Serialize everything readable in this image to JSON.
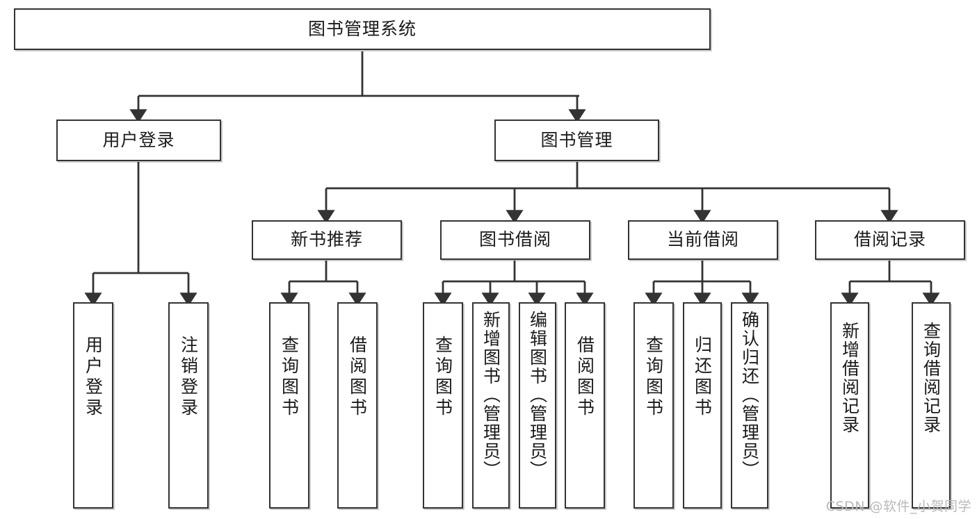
{
  "diagram": {
    "title": "图书管理系统",
    "type": "tree-hierarchy-diagram",
    "watermark": "CSDN @软件_小贺同学",
    "colors": {
      "background": "#ffffff",
      "box_border": "#333333",
      "text": "#1a1a1a",
      "connector": "#333333",
      "watermark": "#b9b9b9"
    },
    "root": {
      "label": "图书管理系统"
    },
    "level2": [
      {
        "label": "用户登录"
      },
      {
        "label": "图书管理"
      }
    ],
    "level3": [
      {
        "label": "新书推荐"
      },
      {
        "label": "图书借阅"
      },
      {
        "label": "当前借阅"
      },
      {
        "label": "借阅记录"
      }
    ],
    "leaves": {
      "user_login": [
        {
          "label": "用户登录"
        },
        {
          "label": "注销登录"
        }
      ],
      "new_book_recommend": [
        {
          "label": "查询图书"
        },
        {
          "label": "借阅图书"
        }
      ],
      "book_borrow": [
        {
          "label": "查询图书"
        },
        {
          "label": "新增图书（管理员）"
        },
        {
          "label": "编辑图书（管理员）"
        },
        {
          "label": "借阅图书"
        }
      ],
      "current_borrow": [
        {
          "label": "查询图书"
        },
        {
          "label": "归还图书"
        },
        {
          "label": "确认归还（管理员）"
        }
      ],
      "borrow_record": [
        {
          "label": "新增借阅记录"
        },
        {
          "label": "查询借阅记录"
        }
      ]
    }
  }
}
